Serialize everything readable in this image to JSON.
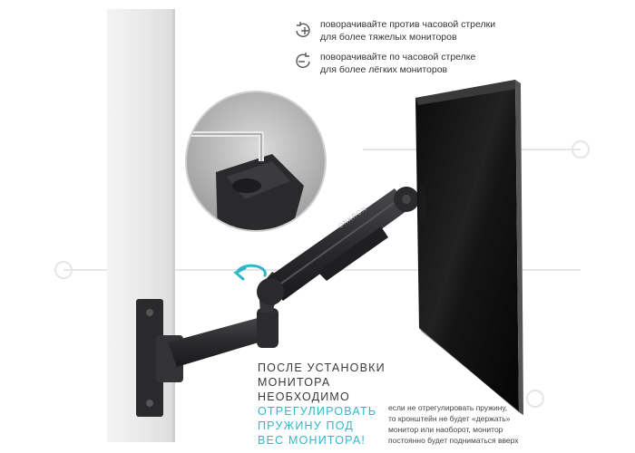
{
  "legend": {
    "counterclockwise": {
      "icon": "rotate-counterclockwise-plus-icon",
      "line1": "поворачивайте против часовой стрелки",
      "line2": "для более тяжелых мониторов"
    },
    "clockwise": {
      "icon": "rotate-clockwise-minus-icon",
      "line1": "поворачивайте по часовой стрелке",
      "line2": "для более лёгких мониторов"
    }
  },
  "brand_on_arm": "ONKRON",
  "headline": {
    "line1": "ПОСЛЕ УСТАНОВКИ",
    "line2": "МОНИТОРА",
    "line3": "НЕОБХОДИМО",
    "accent1": "ОТРЕГУЛИРОВАТЬ",
    "accent2": "ПРУЖИНУ ПОД",
    "accent3": "ВЕС МОНИТОРА!"
  },
  "note": {
    "line1": "если не отрегулировать пружину,",
    "line2": "то кронштейн не будет «держать»",
    "line3": "монитор или наоборот, монитор",
    "line4": "постоянно будет подниматься вверх"
  },
  "colors": {
    "accent": "#2fb7c8",
    "text": "#333333",
    "arm": "#2b2b2d",
    "wall": "#eeeeee"
  }
}
